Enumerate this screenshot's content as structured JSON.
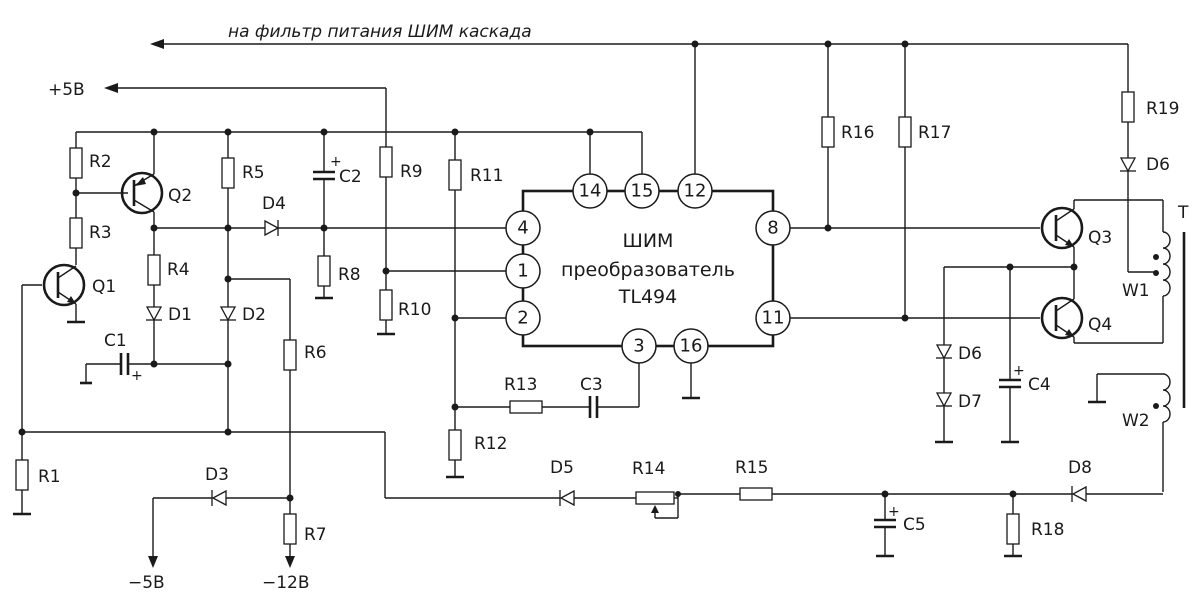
{
  "labels": {
    "top_net": "на фильтр питания ШИМ каскада",
    "plus5": "+5В",
    "minus5": "−5В",
    "minus12": "−12В",
    "ic_line1": "ШИМ",
    "ic_line2": "преобразователь",
    "ic_line3": "TL494"
  },
  "pins": [
    "14",
    "15",
    "12",
    "4",
    "1",
    "2",
    "3",
    "16",
    "8",
    "11"
  ],
  "components": {
    "R1": "R1",
    "R2": "R2",
    "R3": "R3",
    "R4": "R4",
    "R5": "R5",
    "R6": "R6",
    "R7": "R7",
    "R8": "R8",
    "R9": "R9",
    "R10": "R10",
    "R11": "R11",
    "R12": "R12",
    "R13": "R13",
    "R14": "R14",
    "R15": "R15",
    "R16": "R16",
    "R17": "R17",
    "R18": "R18",
    "R19": "R19",
    "C1": "C1",
    "C2": "C2",
    "C3": "C3",
    "C4": "C4",
    "C5": "C5",
    "D1": "D1",
    "D2": "D2",
    "D3": "D3",
    "D4": "D4",
    "D5": "D5",
    "D6a": "D6",
    "D6b": "D6",
    "D7": "D7",
    "D8": "D8",
    "Q1": "Q1",
    "Q2": "Q2",
    "Q3": "Q3",
    "Q4": "Q4",
    "T": "T",
    "W1": "W1",
    "W2": "W2"
  }
}
